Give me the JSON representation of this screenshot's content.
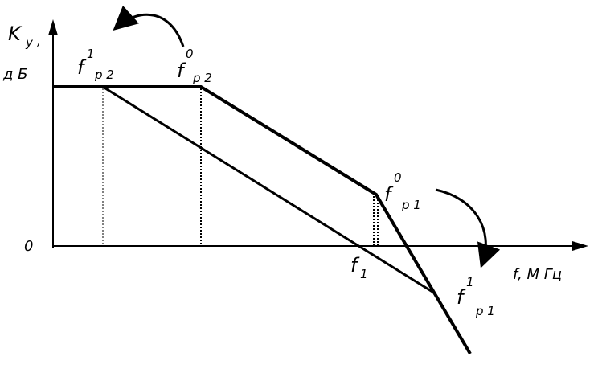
{
  "axes": {
    "y_label_line1": "K",
    "y_label_sub": "y",
    "y_label_comma": ",",
    "y_label_line2": "д Б",
    "x_label": "f,  М  Гц",
    "origin_label": "0"
  },
  "labels": {
    "fp2_1": {
      "base": "f",
      "sup": "1",
      "sub": "р 2"
    },
    "fp2_0": {
      "base": "f",
      "sup": "0",
      "sub": "р 2"
    },
    "fp1_0": {
      "base": "f",
      "sup": "0",
      "sub": "р 1"
    },
    "fp1_1": {
      "base": "f",
      "sup": "1",
      "sub": "р 1"
    },
    "f1": {
      "base": "f",
      "sub": "1"
    }
  }
}
